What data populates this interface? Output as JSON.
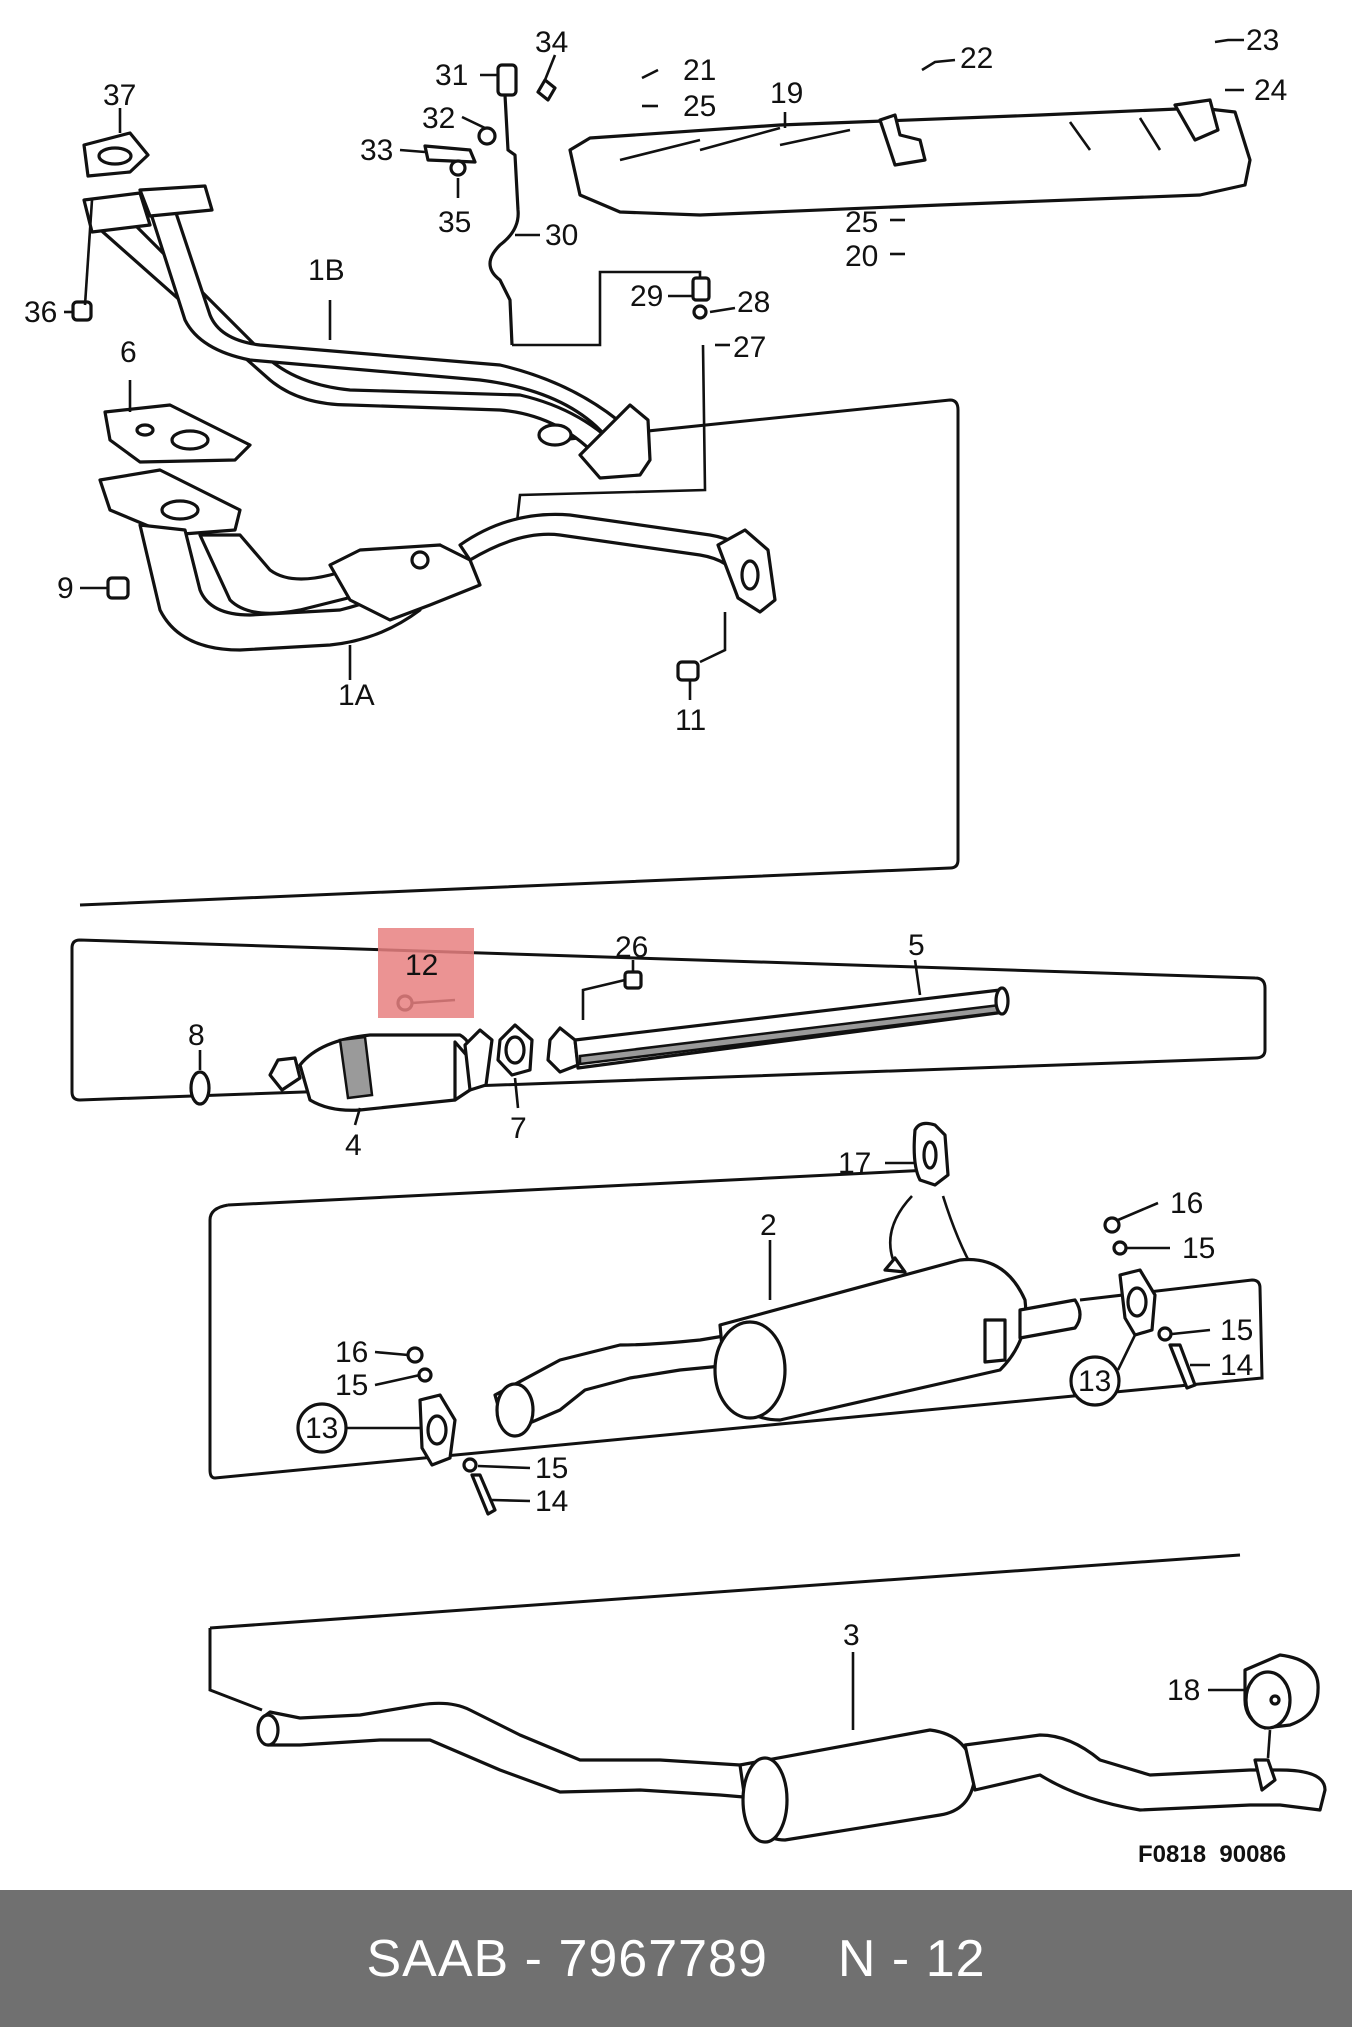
{
  "diagram": {
    "drawing_code": "F0818  90086",
    "highlighted_label": "12",
    "part_labels": {
      "p37": "37",
      "p36": "36",
      "p31": "31",
      "p34": "34",
      "p32": "32",
      "p33": "33",
      "p35": "35",
      "p30": "30",
      "p1b": "1B",
      "p21": "21",
      "p25a": "25",
      "p19": "19",
      "p22": "22",
      "p23": "23",
      "p24": "24",
      "p25b": "25",
      "p20": "20",
      "p29": "29",
      "p28": "28",
      "p27": "27",
      "p6": "6",
      "p9": "9",
      "p1a": "1A",
      "p11": "11",
      "p12": "12",
      "p26": "26",
      "p5": "5",
      "p8": "8",
      "p4": "4",
      "p7": "7",
      "p17": "17",
      "p2": "2",
      "p16a": "16",
      "p15a": "15",
      "p15b": "15",
      "p14a": "14",
      "p13a": "13",
      "p16b": "16",
      "p15c": "15",
      "p13b": "13",
      "p15d": "15",
      "p14b": "14",
      "p3": "3",
      "p18": "18"
    }
  },
  "footer": {
    "brand": "SAAB",
    "dash1": "-",
    "part_number": "7967789",
    "ref_prefix": "N",
    "dash2": "-",
    "ref_number": "12"
  }
}
